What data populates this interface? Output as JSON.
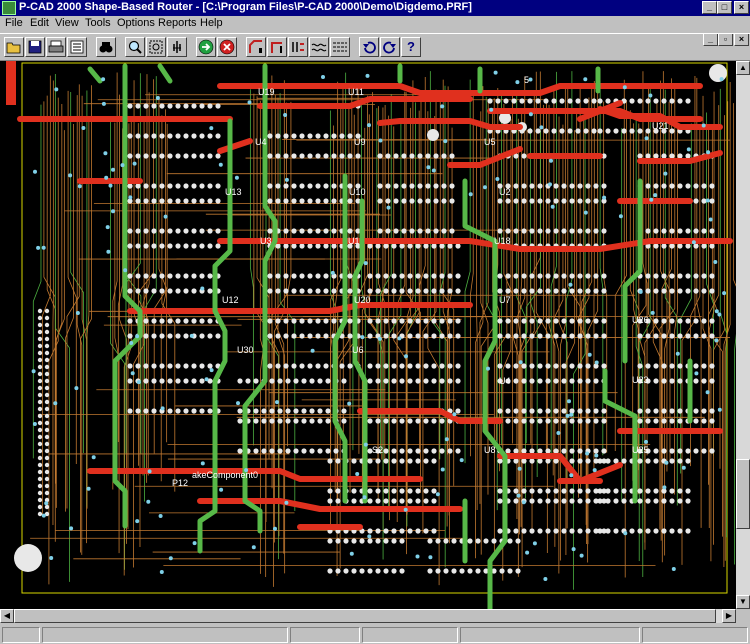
{
  "window": {
    "title": "P-CAD 2000 Shape-Based Router - [C:\\Program Files\\P-CAD 2000\\Demo\\Digdemo.PRF]",
    "minimize_glyph": "_",
    "maximize_glyph": "□",
    "close_glyph": "×"
  },
  "menu": {
    "file": "File",
    "edit": "Edit",
    "view": "View",
    "tools": "Tools",
    "options": "Options",
    "reports": "Reports",
    "help": "Help"
  },
  "toolbar": {
    "help_glyph": "?"
  },
  "board": {
    "labels": [
      "U19",
      "U11",
      "U21",
      "U4",
      "U9",
      "U5",
      "U13",
      "U10",
      "U2",
      "U3",
      "U1",
      "U18",
      "U12",
      "U20",
      "U7",
      "U26",
      "U30",
      "U6",
      "U4",
      "U23",
      "U8",
      "U25",
      "S2",
      "P12",
      "akeComponent0",
      "5"
    ],
    "colors": {
      "background": "#000000",
      "top_layer": "#e0301e",
      "bottom_layer": "#57b848",
      "thin_trace": "#c07830",
      "pad": "#e8e8e8",
      "via": "#7fd0e8"
    }
  },
  "status": {
    "panels": [
      "",
      "",
      "",
      "",
      "",
      ""
    ]
  }
}
